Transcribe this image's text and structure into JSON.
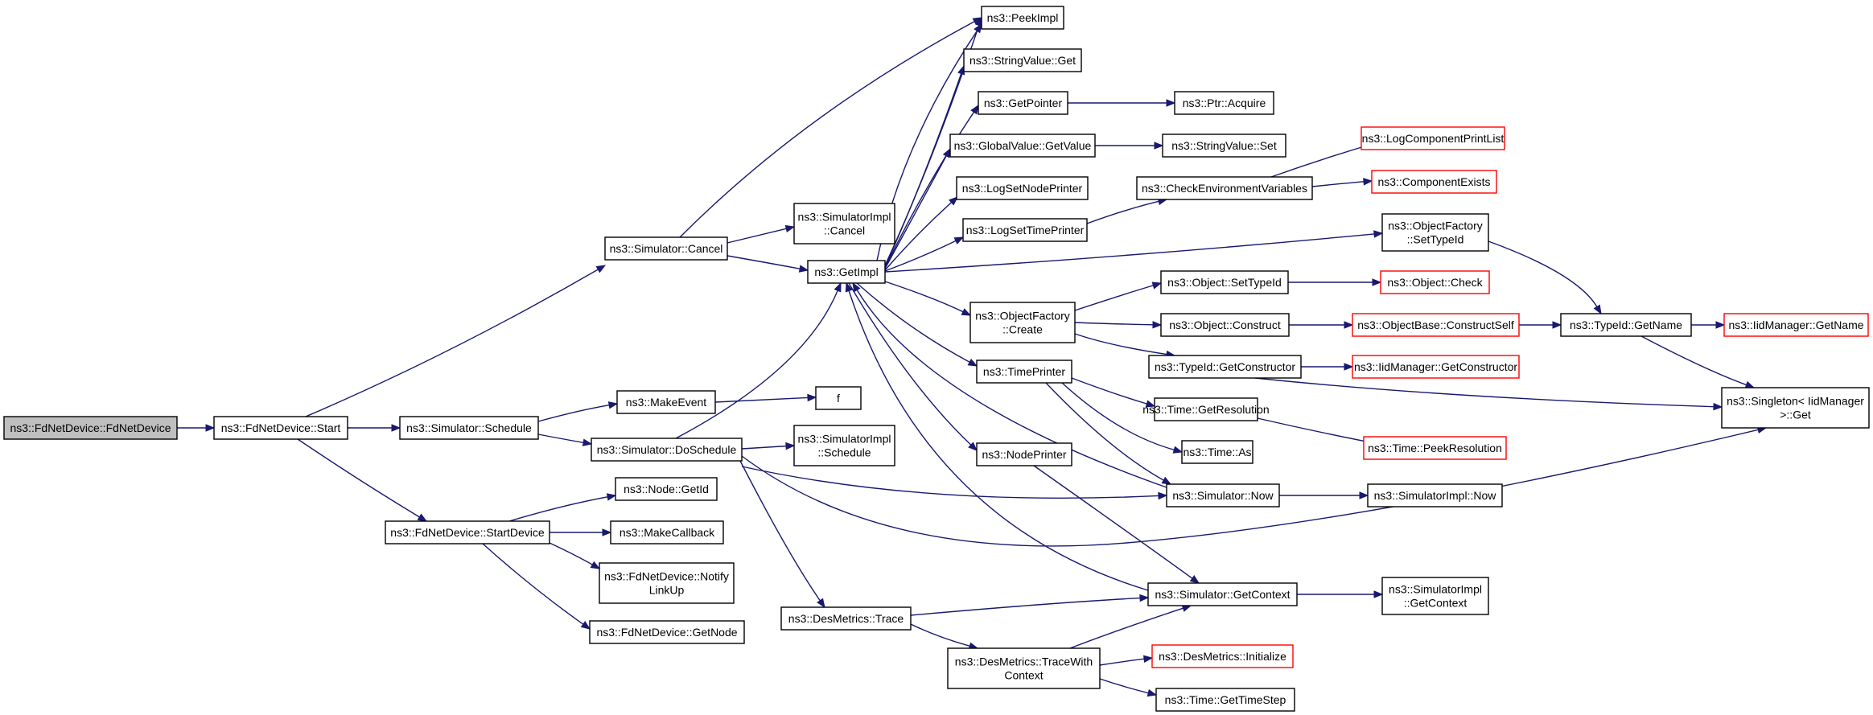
{
  "graph": {
    "colors": {
      "edge": "#191970",
      "node_border": "#000000",
      "truncated_border": "#ff0000",
      "root_fill": "#bfbfbf"
    },
    "nodes": [
      {
        "id": "fdctor",
        "lines": [
          "ns3::FdNetDevice::FdNetDevice"
        ],
        "style": "root"
      },
      {
        "id": "start",
        "lines": [
          "ns3::FdNetDevice::Start"
        ]
      },
      {
        "id": "cancel",
        "lines": [
          "ns3::Simulator::Cancel"
        ]
      },
      {
        "id": "sched",
        "lines": [
          "ns3::Simulator::Schedule"
        ]
      },
      {
        "id": "startdev",
        "lines": [
          "ns3::FdNetDevice::StartDevice"
        ]
      },
      {
        "id": "implcancel",
        "lines": [
          "ns3::SimulatorImpl",
          "::Cancel"
        ]
      },
      {
        "id": "getimpl",
        "lines": [
          "ns3::GetImpl"
        ]
      },
      {
        "id": "makeevent",
        "lines": [
          "ns3::MakeEvent"
        ]
      },
      {
        "id": "dosched",
        "lines": [
          "ns3::Simulator::DoSchedule"
        ]
      },
      {
        "id": "f",
        "lines": [
          "f"
        ]
      },
      {
        "id": "implsched",
        "lines": [
          "ns3::SimulatorImpl",
          "::Schedule"
        ]
      },
      {
        "id": "getid",
        "lines": [
          "ns3::Node::GetId"
        ]
      },
      {
        "id": "makecb",
        "lines": [
          "ns3::MakeCallback"
        ]
      },
      {
        "id": "notify",
        "lines": [
          "ns3::FdNetDevice::Notify",
          "LinkUp"
        ]
      },
      {
        "id": "getnode",
        "lines": [
          "ns3::FdNetDevice::GetNode"
        ]
      },
      {
        "id": "destrace",
        "lines": [
          "ns3::DesMetrics::Trace"
        ]
      },
      {
        "id": "peekimpl",
        "lines": [
          "ns3::PeekImpl"
        ]
      },
      {
        "id": "strget",
        "lines": [
          "ns3::StringValue::Get"
        ]
      },
      {
        "id": "getptr",
        "lines": [
          "ns3::GetPointer"
        ]
      },
      {
        "id": "ptracq",
        "lines": [
          "ns3::Ptr::Acquire"
        ]
      },
      {
        "id": "gvget",
        "lines": [
          "ns3::GlobalValue::GetValue"
        ]
      },
      {
        "id": "strset",
        "lines": [
          "ns3::StringValue::Set"
        ]
      },
      {
        "id": "lognode",
        "lines": [
          "ns3::LogSetNodePrinter"
        ]
      },
      {
        "id": "logtime",
        "lines": [
          "ns3::LogSetTimePrinter"
        ]
      },
      {
        "id": "checkenv",
        "lines": [
          "ns3::CheckEnvironmentVariables"
        ]
      },
      {
        "id": "logprint",
        "lines": [
          "ns3::LogComponentPrintList"
        ],
        "style": "trunc"
      },
      {
        "id": "compexists",
        "lines": [
          "ns3::ComponentExists"
        ],
        "style": "trunc"
      },
      {
        "id": "ofsettype",
        "lines": [
          "ns3::ObjectFactory",
          "::SetTypeId"
        ]
      },
      {
        "id": "ofcreate",
        "lines": [
          "ns3::ObjectFactory",
          "::Create"
        ]
      },
      {
        "id": "objsettype",
        "lines": [
          "ns3::Object::SetTypeId"
        ]
      },
      {
        "id": "objcheck",
        "lines": [
          "ns3::Object::Check"
        ],
        "style": "trunc"
      },
      {
        "id": "objconstruct",
        "lines": [
          "ns3::Object::Construct"
        ]
      },
      {
        "id": "objbaseconst",
        "lines": [
          "ns3::ObjectBase::ConstructSelf"
        ],
        "style": "trunc"
      },
      {
        "id": "typegetname",
        "lines": [
          "ns3::TypeId::GetName"
        ]
      },
      {
        "id": "iidgetname",
        "lines": [
          "ns3::IidManager::GetName"
        ],
        "style": "trunc"
      },
      {
        "id": "typegetctor",
        "lines": [
          "ns3::TypeId::GetConstructor"
        ]
      },
      {
        "id": "iidgetctor",
        "lines": [
          "ns3::IidManager::GetConstructor"
        ],
        "style": "trunc"
      },
      {
        "id": "singleton",
        "lines": [
          "ns3::Singleton< IidManager",
          " >::Get"
        ]
      },
      {
        "id": "timeprinter",
        "lines": [
          "ns3::TimePrinter"
        ]
      },
      {
        "id": "timegetres",
        "lines": [
          "ns3::Time::GetResolution"
        ]
      },
      {
        "id": "timepeekres",
        "lines": [
          "ns3::Time::PeekResolution"
        ],
        "style": "trunc"
      },
      {
        "id": "timeas",
        "lines": [
          "ns3::Time::As"
        ]
      },
      {
        "id": "nodeprinter",
        "lines": [
          "ns3::NodePrinter"
        ]
      },
      {
        "id": "simnow",
        "lines": [
          "ns3::Simulator::Now"
        ]
      },
      {
        "id": "implnow",
        "lines": [
          "ns3::SimulatorImpl::Now"
        ]
      },
      {
        "id": "simgetctx",
        "lines": [
          "ns3::Simulator::GetContext"
        ]
      },
      {
        "id": "implgetctx",
        "lines": [
          "ns3::SimulatorImpl",
          "::GetContext"
        ]
      },
      {
        "id": "tracewith",
        "lines": [
          "ns3::DesMetrics::TraceWith",
          "Context"
        ]
      },
      {
        "id": "desinit",
        "lines": [
          "ns3::DesMetrics::Initialize"
        ],
        "style": "trunc"
      },
      {
        "id": "gettimestep",
        "lines": [
          "ns3::Time::GetTimeStep"
        ]
      }
    ]
  }
}
